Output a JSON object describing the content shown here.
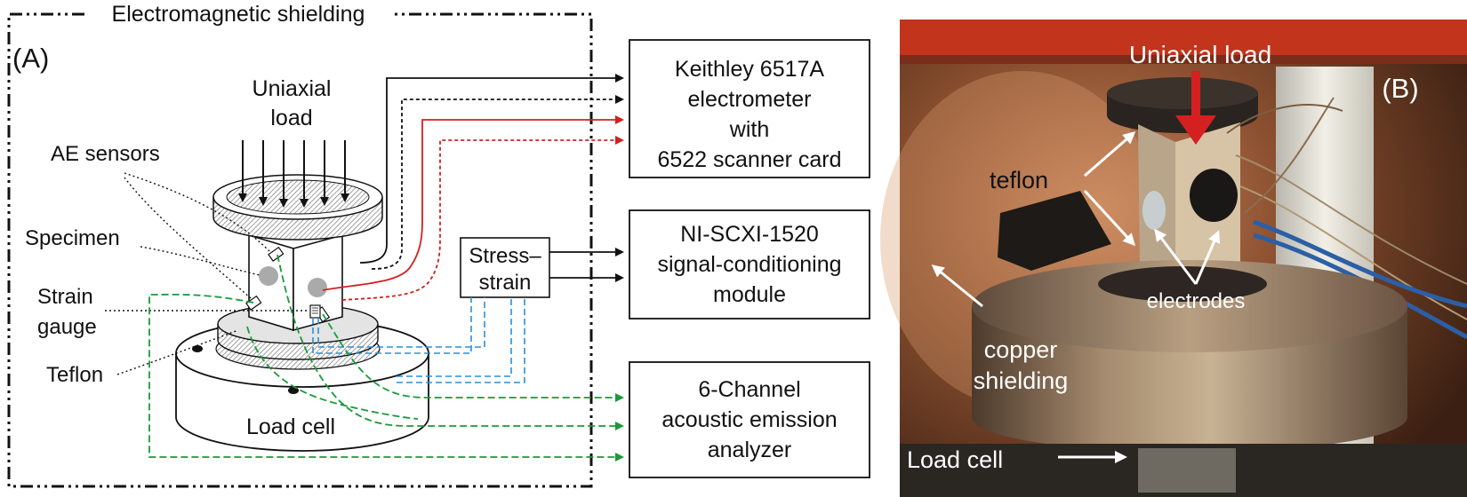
{
  "panel_a": {
    "panel_label": "(A)",
    "shielding_label": "Electromagnetic shielding",
    "load_label_line1": "Uniaxial",
    "load_label_line2": "load",
    "ae_sensors_label": "AE sensors",
    "specimen_label": "Specimen",
    "strain_label_line1": "Strain",
    "strain_label_line2": "gauge",
    "teflon_label": "Teflon",
    "load_cell_label": "Load cell",
    "stress_strain_line1": "Stress–",
    "stress_strain_line2": "strain",
    "keithley_box": {
      "line1": "Keithley 6517A",
      "line2": "electrometer",
      "line3": "with",
      "line4": "6522 scanner card"
    },
    "ni_box": {
      "line1": "NI-SCXI-1520",
      "line2": "signal-conditioning",
      "line3": "module"
    },
    "ae_box": {
      "line1": "6-Channel",
      "line2": "acoustic emission",
      "line3": "analyzer"
    }
  },
  "panel_b": {
    "panel_label": "(B)",
    "uniaxial_load_label": "Uniaxial load",
    "teflon_label": "teflon",
    "electrodes_label": "electrodes",
    "copper_line1": "copper",
    "copper_line2": "shielding",
    "load_cell_label": "Load cell"
  },
  "colors": {
    "red": "#d42020",
    "green": "#1a9a3a",
    "blue": "#2a8fd8",
    "black": "#111111"
  }
}
